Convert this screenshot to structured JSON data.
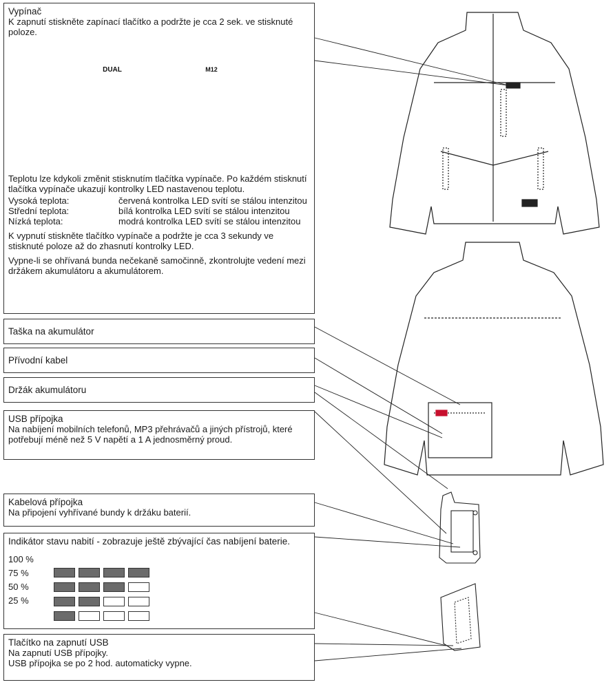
{
  "power_switch": {
    "title": "Vypínač",
    "instruction": "K zapnutí stiskněte zapínací tlačítko a podržte je cca 2 sek. ve stisknuté poloze.",
    "badge_brand": "M12",
    "badge_dual": "DUAL",
    "temp_intro": "Teplotu lze kdykoli změnit stisknutím tlačítka vypínače. Po každém stisknutí tlačítka vypínače ukazují kontrolky LED nastavenou teplotu.",
    "levels": [
      {
        "name": "Vysoká teplota:",
        "desc": "červená kontrolka LED svítí se stálou intenzitou"
      },
      {
        "name": "Střední teplota:",
        "desc": "bílá kontrolka LED svítí se stálou intenzitou"
      },
      {
        "name": "Nízká teplota:",
        "desc": "modrá kontrolka LED svítí se stálou intenzitou"
      }
    ],
    "off_text": "K vypnutí stiskněte tlačítko vypínače a podržte je cca 3 sekundy ve stisknuté poloze až do zhasnutí kontrolky LED.",
    "warning": "Vypne-li se ohřívaná bunda nečekaně samočinně, zkontrolujte vedení mezi držákem akumulátoru a akumulátorem."
  },
  "battery_pocket": {
    "title": "Taška na akumulátor"
  },
  "supply_cable": {
    "title": "Přívodní kabel"
  },
  "battery_holder": {
    "title": "Držák akumulátoru"
  },
  "usb_port": {
    "title": "USB přípojka",
    "text": "Na nabíjení mobilních telefonů, MP3 přehrávačů a jiných přístrojů, které potřebují méně než 5 V napětí a 1 A jednosměrný proud."
  },
  "cable_port": {
    "title": "Kabelová přípojka",
    "text": "Na připojení vyhřívané bundy k držáku baterií."
  },
  "charge_indicator": {
    "title": "Indikátor stavu nabití - zobrazuje ještě zbývající čas nabíjení baterie.",
    "levels": [
      "100 %",
      "75 %",
      "50 %",
      "25 %"
    ],
    "bars_lit": [
      4,
      3,
      2,
      1
    ]
  },
  "usb_button": {
    "title": "Tlačítko na zapnutí USB",
    "line1": "Na zapnutí USB přípojky.",
    "line2": "USB přípojka se po 2 hod. automaticky vypne."
  },
  "colors": {
    "bar_on": "#6b6b6b",
    "bar_off": "#ffffff",
    "accent_red": "#c8102e"
  }
}
